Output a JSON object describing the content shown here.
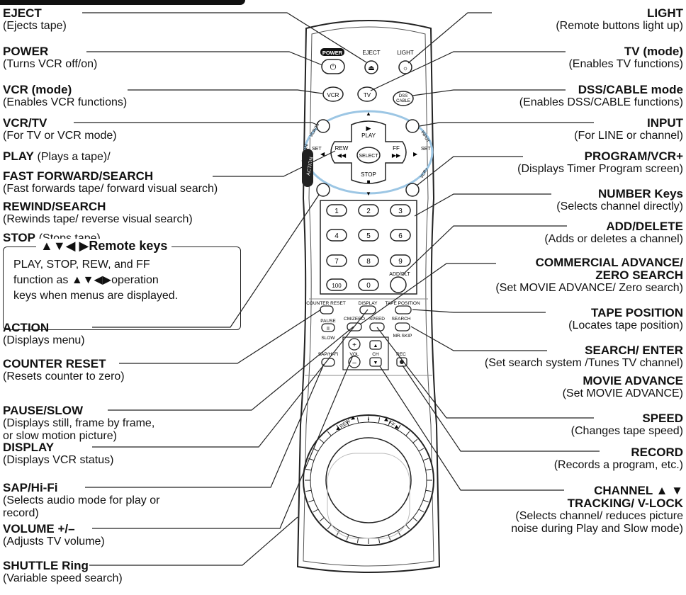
{
  "left_labels": [
    {
      "id": "eject",
      "title": "EJECT",
      "desc": "(Ejects tape)"
    },
    {
      "id": "power",
      "title": "POWER",
      "desc": "(Turns VCR off/on)"
    },
    {
      "id": "vcr-mode",
      "title": "VCR (mode)",
      "desc": "(Enables VCR functions)"
    },
    {
      "id": "vcr-tv",
      "title": "VCR/TV",
      "desc": "(For TV or VCR mode)"
    },
    {
      "id": "play",
      "title": "PLAY",
      "desc": "(Plays a tape)/"
    },
    {
      "id": "ff",
      "title": "FAST FORWARD/SEARCH",
      "desc": "(Fast forwards tape/ forward visual search)"
    },
    {
      "id": "rew",
      "title": "REWIND/SEARCH",
      "desc": "(Rewinds tape/ reverse visual search)"
    },
    {
      "id": "stop",
      "title": "STOP",
      "desc": "(Stops tape)"
    },
    {
      "id": "action",
      "title": "ACTION",
      "desc": "(Displays menu)"
    },
    {
      "id": "counter-reset",
      "title": "COUNTER RESET",
      "desc": "(Resets counter to zero)"
    },
    {
      "id": "pause-slow",
      "title": "PAUSE/SLOW",
      "desc": "(Displays still, frame by frame,\nor slow motion picture)"
    },
    {
      "id": "display",
      "title": "DISPLAY",
      "desc": "(Displays VCR status)"
    },
    {
      "id": "sap",
      "title": "SAP/Hi-Fi",
      "desc": "(Selects audio mode for play or\nrecord)"
    },
    {
      "id": "volume",
      "title": "VOLUME +/–",
      "desc": "(Adjusts TV volume)"
    },
    {
      "id": "shuttle",
      "title": "SHUTTLE Ring",
      "desc": "(Variable speed search)"
    }
  ],
  "right_labels": [
    {
      "id": "light",
      "title": "LIGHT",
      "desc": "(Remote buttons light up)"
    },
    {
      "id": "tv-mode",
      "title": "TV (mode)",
      "desc": "(Enables TV functions)"
    },
    {
      "id": "dss",
      "title": "DSS/CABLE mode",
      "desc": "(Enables DSS/CABLE functions)"
    },
    {
      "id": "input",
      "title": "INPUT",
      "desc": "(For LINE or channel)"
    },
    {
      "id": "program",
      "title": "PROGRAM/VCR+",
      "desc": "(Displays Timer Program screen)"
    },
    {
      "id": "number",
      "title": "NUMBER Keys",
      "desc": "(Selects channel directly)"
    },
    {
      "id": "add-delete",
      "title": "ADD/DELETE",
      "desc": "(Adds or deletes a channel)"
    },
    {
      "id": "commercial",
      "title": "COMMERCIAL ADVANCE/\nZERO SEARCH",
      "desc": "(Set MOVIE ADVANCE/ Zero search)"
    },
    {
      "id": "tape-position",
      "title": "TAPE POSITION",
      "desc": "(Locates tape position)"
    },
    {
      "id": "search-enter",
      "title": "SEARCH/ ENTER",
      "desc": "(Set search system /Tunes TV channel)"
    },
    {
      "id": "movie-advance",
      "title": "MOVIE ADVANCE",
      "desc": "(Set MOVIE ADVANCE)"
    },
    {
      "id": "speed",
      "title": "SPEED",
      "desc": "(Changes tape speed)"
    },
    {
      "id": "record",
      "title": "RECORD",
      "desc": "(Records a program, etc.)"
    },
    {
      "id": "channel",
      "title": "CHANNEL ▲ ▼\nTRACKING/ V-LOCK",
      "desc": "(Selects channel/ reduces picture\nnoise during Play and Slow mode)"
    }
  ],
  "remote_keys_box": {
    "title": "▲▼◀ ▶Remote keys",
    "body": "PLAY, STOP, REW, and FF\nfunction as ▲▼◀▶operation\nkeys when menus are displayed."
  },
  "remote": {
    "power": "POWER",
    "eject": "EJECT",
    "light": "LIGHT",
    "vcr": "VCR",
    "tv": "TV",
    "dss": "DSS\nCABLE",
    "play": "PLAY",
    "stop": "STOP",
    "rew": "REW",
    "ff": "FF",
    "select": "SELECT",
    "action": "ACTION",
    "digits": [
      "1",
      "2",
      "3",
      "4",
      "5",
      "6",
      "7",
      "8",
      "9",
      "100",
      "0"
    ],
    "add_dlt": "ADD/DLT",
    "counter_reset": "COUNTER RESET",
    "display_btn": "DISPLAY",
    "tape_position": "TAPE POSITION",
    "pause": "PAUSE",
    "cm_zero": "CM/ZERO",
    "speed": "SPEED",
    "search": "SEARCH",
    "slow": "SLOW",
    "mr_skip": "MR.SKIP",
    "sap_hifi": "SAP/Hi-Fi",
    "vol": "VOL",
    "ch": "CH",
    "rec": "REC",
    "rew_shuttle": "REW",
    "ff_shuttle": "FF"
  },
  "colors": {
    "line": "#222",
    "ring_blue": "#7fb3d9"
  }
}
